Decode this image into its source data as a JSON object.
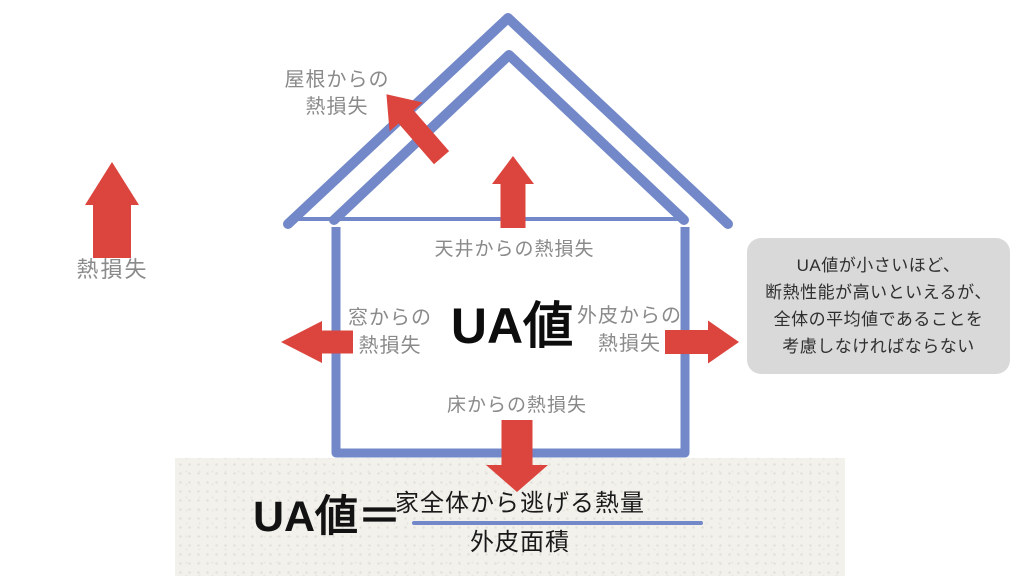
{
  "colors": {
    "house_blue": "#7288C8",
    "arrow_red": "#DC453E",
    "label_gray": "#8A8A8A",
    "note_bg": "#D9D9D9",
    "band_bg": "#F2F1EC"
  },
  "legend": {
    "label": "熱損失"
  },
  "house": {
    "center_label": "UA値",
    "roof_label": [
      "屋根からの",
      "熱損失"
    ],
    "ceiling_label": "天井からの熱損失",
    "window_label": [
      "窓からの",
      "熱損失"
    ],
    "envelope_label": [
      "外皮からの",
      "熱損失"
    ],
    "floor_label": "床からの熱損失"
  },
  "note": {
    "lines": [
      "UA値が小さいほど、",
      "断熱性能が高いといえるが、",
      "全体の平均値であることを",
      "考慮しなければならない"
    ]
  },
  "formula": {
    "lhs": "UA値＝",
    "numerator": "家全体から逃げる熱量",
    "denominator": "外皮面積"
  }
}
